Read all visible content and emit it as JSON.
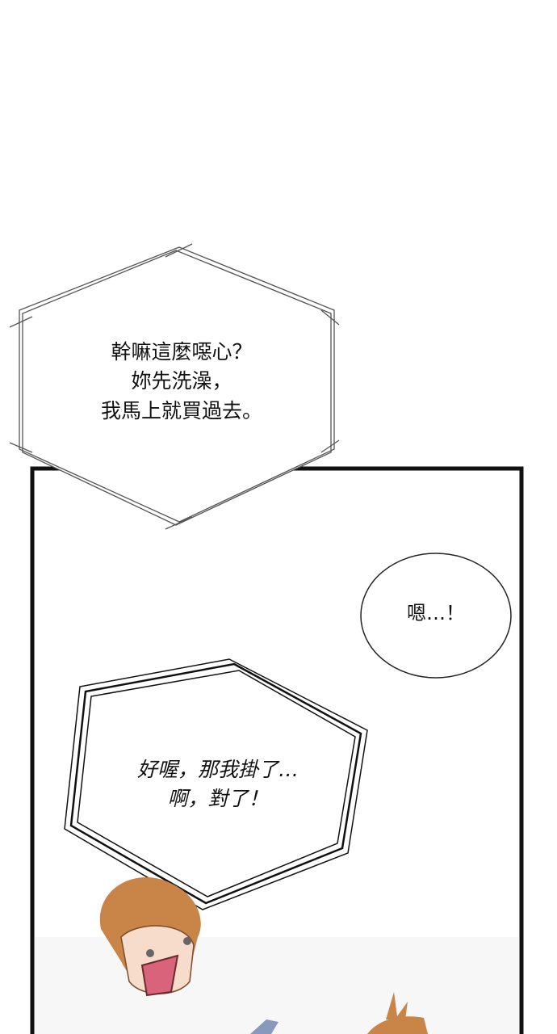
{
  "bubbles": {
    "hex_top": {
      "lines": [
        "幹嘛這麼噁心？",
        "妳先洗澡，",
        "我馬上就買過去。"
      ]
    },
    "oval": {
      "text": "嗯…！"
    },
    "rough_hex": {
      "lines": [
        "好喔，那我掛了…",
        "啊，對了！"
      ]
    }
  },
  "colors": {
    "hair": "#c98548",
    "skin": "#f8dccb",
    "mouth": "#d9637a",
    "border": "#111111"
  }
}
